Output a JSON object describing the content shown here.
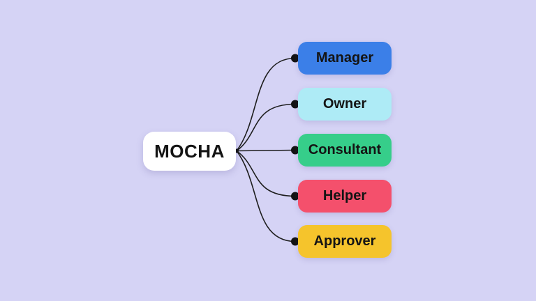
{
  "canvas": {
    "background": "#D5D3F5",
    "connector_color": "#1E1E1E",
    "dot_color": "#121212"
  },
  "diagram": {
    "root": {
      "label": "MOCHA",
      "bg": "#FFFFFF",
      "text_color": "#141414"
    },
    "children": [
      {
        "label": "Manager",
        "bg": "#3B7FE8",
        "text_color": "#141414"
      },
      {
        "label": "Owner",
        "bg": "#AEEBF6",
        "text_color": "#141414"
      },
      {
        "label": "Consultant",
        "bg": "#36CE8A",
        "text_color": "#141414"
      },
      {
        "label": "Helper",
        "bg": "#F4506C",
        "text_color": "#141414"
      },
      {
        "label": "Approver",
        "bg": "#F5C42C",
        "text_color": "#141414"
      }
    ]
  }
}
